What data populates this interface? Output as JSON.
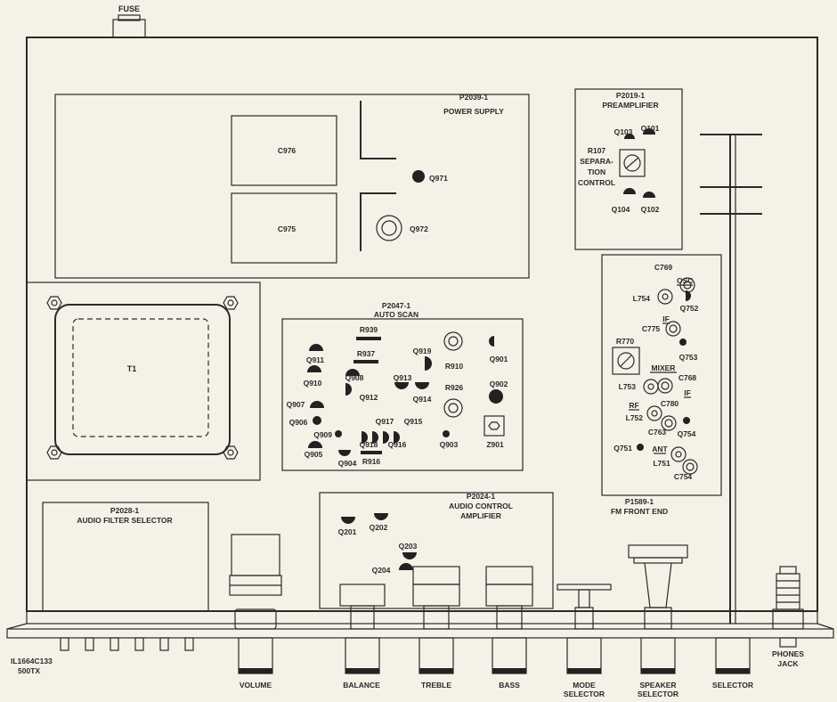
{
  "labels": {
    "fuse": "FUSE",
    "power_supply": [
      "P2039-1",
      "POWER SUPPLY"
    ],
    "c976": "C976",
    "c975": "C975",
    "q971": "Q971",
    "q972": "Q972",
    "preamp": [
      "P2019-1",
      "PREAMPLIFIER"
    ],
    "q103": "Q103",
    "q101": "Q101",
    "r107": [
      "R107",
      "SEPARA-",
      "TION",
      "CONTROL"
    ],
    "q104": "Q104",
    "q102": "Q102",
    "t1": "T1",
    "auto_scan": [
      "P2047-1",
      "AUTO SCAN"
    ],
    "r939": "R939",
    "r937": "R937",
    "r910": "R910",
    "r926": "R926",
    "r916": "R916",
    "q911": "Q911",
    "q910": "Q910",
    "q908": "Q908",
    "q912": "Q912",
    "q913": "Q913",
    "q914": "Q914",
    "q919": "Q919",
    "q901": "Q901",
    "q902": "Q902",
    "q907": "Q907",
    "q906": "Q906",
    "q909": "Q909",
    "q917": "Q917",
    "q915": "Q915",
    "q916": "Q916",
    "q918": "Q918",
    "q905": "Q905",
    "q904": "Q904",
    "q903": "Q903",
    "z901": "Z901",
    "c769": "C769",
    "osc": "OSC",
    "l754": "L754",
    "q752": "Q752",
    "if1": "IF",
    "c775": "C775",
    "r770": "R770",
    "q753": "Q753",
    "mixer": "MIXER",
    "l753": "L753",
    "c768": "C768",
    "rf": "RF",
    "if2": "IF",
    "l752": "L752",
    "c780": "C780",
    "c763": "C763",
    "q754": "Q754",
    "q751": "Q751",
    "ant": "ANT",
    "l751": "L751",
    "c754": "C754",
    "fm_front_end": [
      "P1589-1",
      "FM FRONT END"
    ],
    "audio_filter": [
      "P2028-1",
      "AUDIO FILTER SELECTOR"
    ],
    "audio_control": [
      "P2024-1",
      "AUDIO CONTROL",
      "AMPLIFIER"
    ],
    "q201": "Q201",
    "q202": "Q202",
    "q203": "Q203",
    "q204": "Q204",
    "model": [
      "IL1664C133",
      "500TX"
    ],
    "volume": "VOLUME",
    "balance": "BALANCE",
    "treble": "TREBLE",
    "bass": "BASS",
    "mode_selector": [
      "MODE",
      "SELECTOR"
    ],
    "speaker_selector": [
      "SPEAKER",
      "SELECTOR"
    ],
    "selector": "SELECTOR",
    "phones_jack": [
      "PHONES",
      "JACK"
    ]
  }
}
